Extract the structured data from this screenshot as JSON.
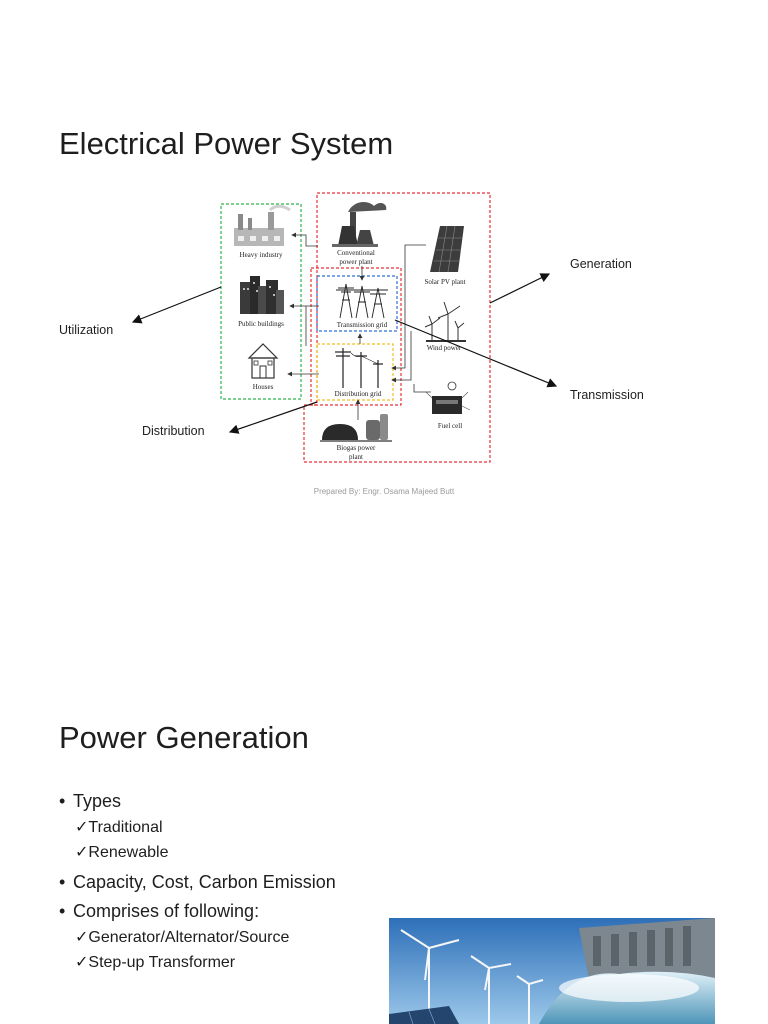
{
  "slide1": {
    "title": "Electrical Power System",
    "footer": "Prepared By: Engr. Osama Majeed Butt",
    "callouts": {
      "generation": "Generation",
      "utilization": "Utilization",
      "transmission": "Transmission",
      "distribution": "Distribution"
    },
    "nodes": {
      "heavy_industry": "Heavy industry",
      "public_buildings": "Public buildings",
      "houses": "Houses",
      "conventional_1": "Conventional",
      "conventional_2": "power plant",
      "solar": "Solar PV plant",
      "transmission_grid": "Transmission grid",
      "wind": "Wind power",
      "distribution_grid": "Distribution grid",
      "fuel_cell": "Fuel cell",
      "biogas_1": "Biogas power",
      "biogas_2": "plant"
    },
    "colors": {
      "generation_box": "#e8323a",
      "transmission_box": "#2f6fd6",
      "distribution_box": "#f0c21a",
      "utilization_box": "#2fb34a"
    }
  },
  "slide2": {
    "title": "Power Generation",
    "bullets": [
      {
        "text": "Types",
        "sub": [
          "Traditional",
          "Renewable"
        ]
      },
      {
        "text": "Capacity, Cost, Carbon Emission",
        "sub": []
      },
      {
        "text": "Comprises of following:",
        "sub": [
          "Generator/Alternator/Source",
          "Step-up Transformer"
        ]
      }
    ],
    "bullet_glyph": "•",
    "check_glyph": "✓"
  }
}
